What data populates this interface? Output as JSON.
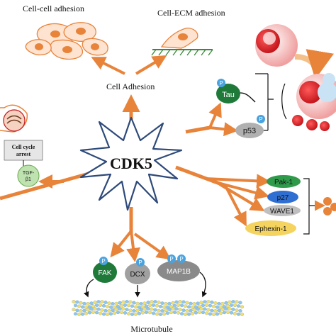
{
  "center": {
    "label": "CDK5"
  },
  "adhesion": {
    "main_label": "Cell Adhesion",
    "cell_cell_label": "Cell-cell adhesion",
    "cell_ecm_label": "Cell-ECM adhesion"
  },
  "phospho_symbol": "P",
  "tau_label": "Tau",
  "p53_label": "p53",
  "cell_cycle": {
    "arrest_line1": "Cell cycle",
    "arrest_line2": "arrest",
    "tgf_line1": "TGF-",
    "tgf_line2": "β1"
  },
  "migration_targets": [
    "Pak-1",
    "p27",
    "WAVE1",
    "Ephexin-1"
  ],
  "cytoskeleton": {
    "fak": "FAK",
    "dcx": "DCX",
    "map1b": "MAP1B",
    "microtubule_label": "Microtubule"
  },
  "colors": {
    "arrow": "#e8833a",
    "star_stroke": "#2e4a7a",
    "tau_fill": "#1f7a3a",
    "p53_fill": "#b0b0b0",
    "pak1_fill": "#2f9a4a",
    "p27_fill": "#2f6fd1",
    "wave1_fill": "#bfbfbf",
    "ephexin_fill": "#f4d35e",
    "tgf_fill": "#bfe3b0",
    "phospho_fill": "#4aa3df"
  }
}
